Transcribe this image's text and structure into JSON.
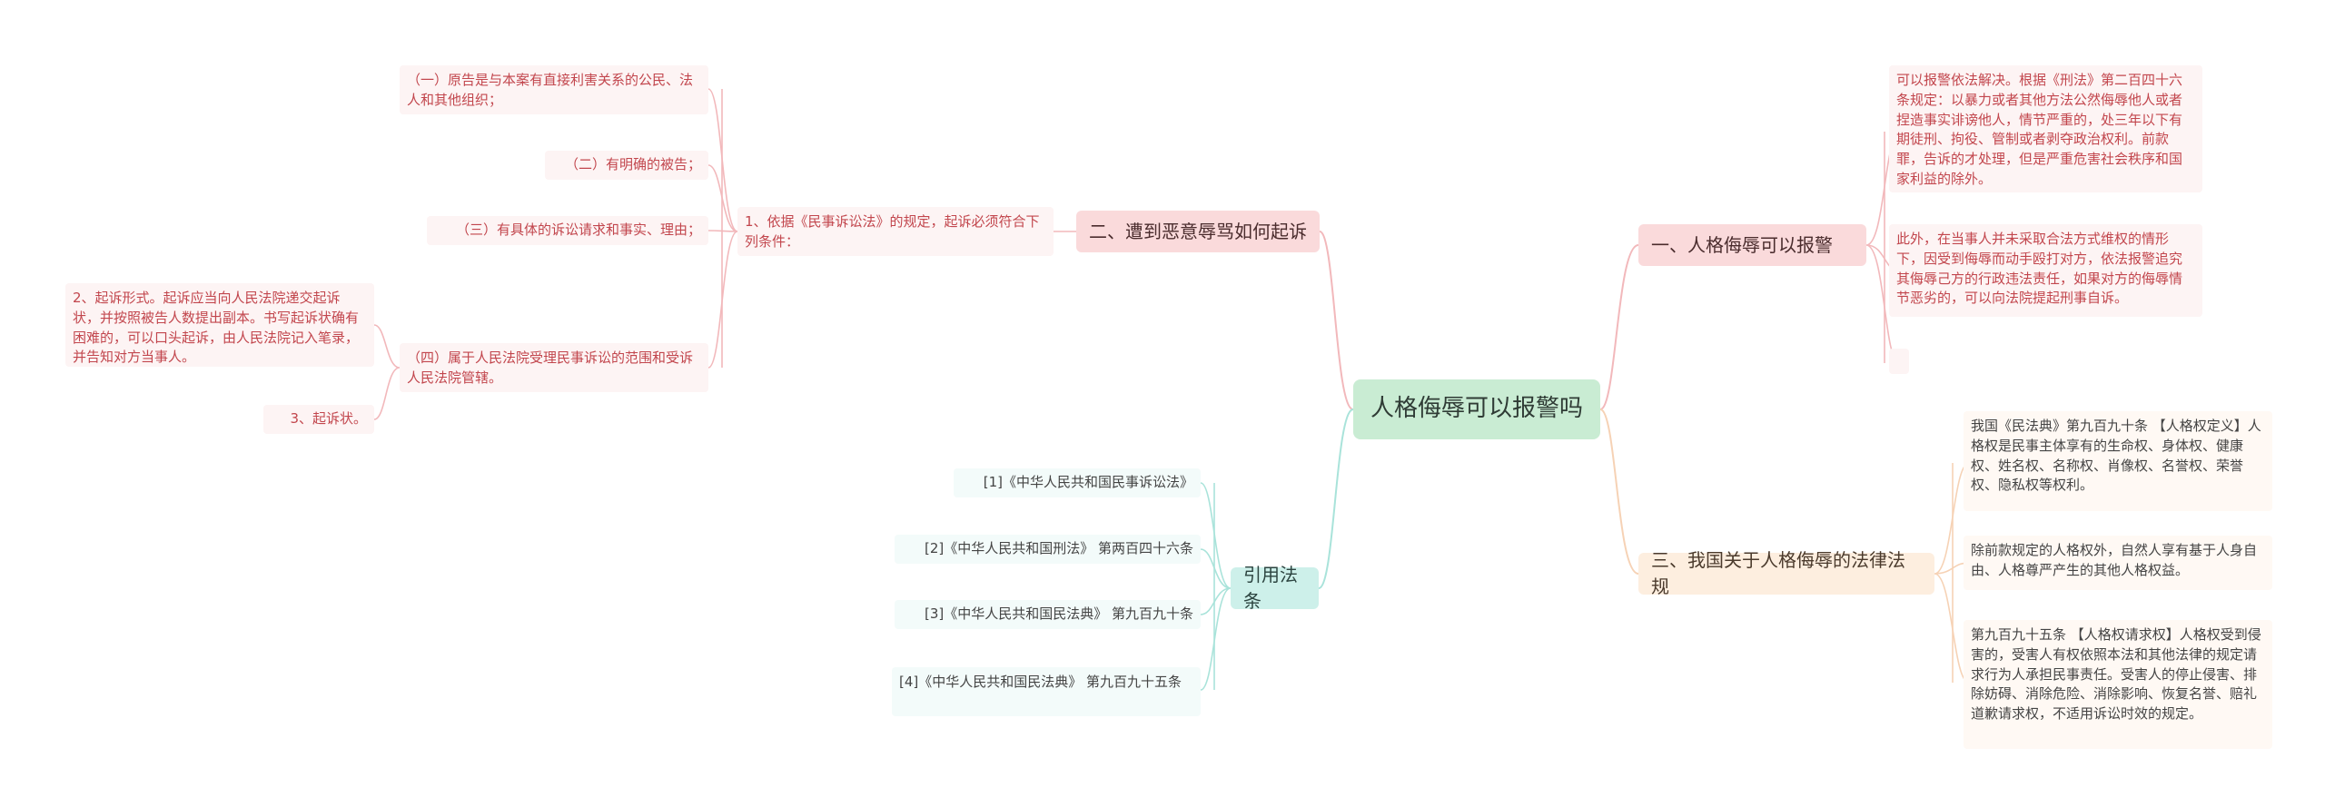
{
  "root": {
    "label": "人格侮辱可以报警吗"
  },
  "branches": {
    "b1": {
      "label": "一、人格侮辱可以报警",
      "leaves": [
        "可以报警依法解决。根据《刑法》第二百四十六条规定：以暴力或者其他方法公然侮辱他人或者捏造事实诽谤他人，情节严重的，处三年以下有期徒刑、拘役、管制或者剥夺政治权利。前款罪，告诉的才处理，但是严重危害社会秩序和国家利益的除外。",
        "此外，在当事人并未采取合法方式维权的情形下，因受到侮辱而动手殴打对方，依法报警追究其侮辱己方的行政违法责任，如果对方的侮辱情节恶劣的，可以向法院提起刑事自诉。",
        ""
      ]
    },
    "b2": {
      "label": "二、遭到恶意辱骂如何起诉",
      "sub": {
        "label": "1、依据《民事诉讼法》的规定，起诉必须符合下列条件：",
        "leaves": [
          "（一）原告是与本案有直接利害关系的公民、法人和其他组织；",
          "（二）有明确的被告；",
          "（三）有具体的诉讼请求和事实、理由；",
          "（四）属于人民法院受理民事诉讼的范围和受诉人民法院管辖。"
        ]
      },
      "extra": [
        "2、起诉形式。起诉应当向人民法院递交起诉状，并按照被告人数提出副本。书写起诉状确有困难的，可以口头起诉，由人民法院记入笔录，并告知对方当事人。",
        "3、起诉状。"
      ]
    },
    "b3": {
      "label": "三、我国关于人格侮辱的法律法规",
      "leaves": [
        "我国《民法典》第九百九十条 【人格权定义】人格权是民事主体享有的生命权、身体权、健康权、姓名权、名称权、肖像权、名誉权、荣誉权、隐私权等权利。",
        "除前款规定的人格权外，自然人享有基于人身自由、人格尊严产生的其他人格权益。",
        "第九百九十五条 【人格权请求权】人格权受到侵害的，受害人有权依照本法和其他法律的规定请求行为人承担民事责任。受害人的停止侵害、排除妨碍、消除危险、消除影响、恢复名誉、赔礼道歉请求权，不适用诉讼时效的规定。"
      ]
    },
    "b4": {
      "label": "引用法条",
      "leaves": [
        "[1]《中华人民共和国民事诉讼法》",
        "[2]《中华人民共和国刑法》 第两百四十六条",
        "[3]《中华人民共和国民法典》 第九百九十条",
        "[4]《中华人民共和国民法典》 第九百九十五条"
      ]
    }
  },
  "colors": {
    "red_line": "#f2b8bb",
    "peach_line": "#f6d2b5",
    "teal_line": "#a9e3da",
    "root_line": "#a8dbbb"
  }
}
